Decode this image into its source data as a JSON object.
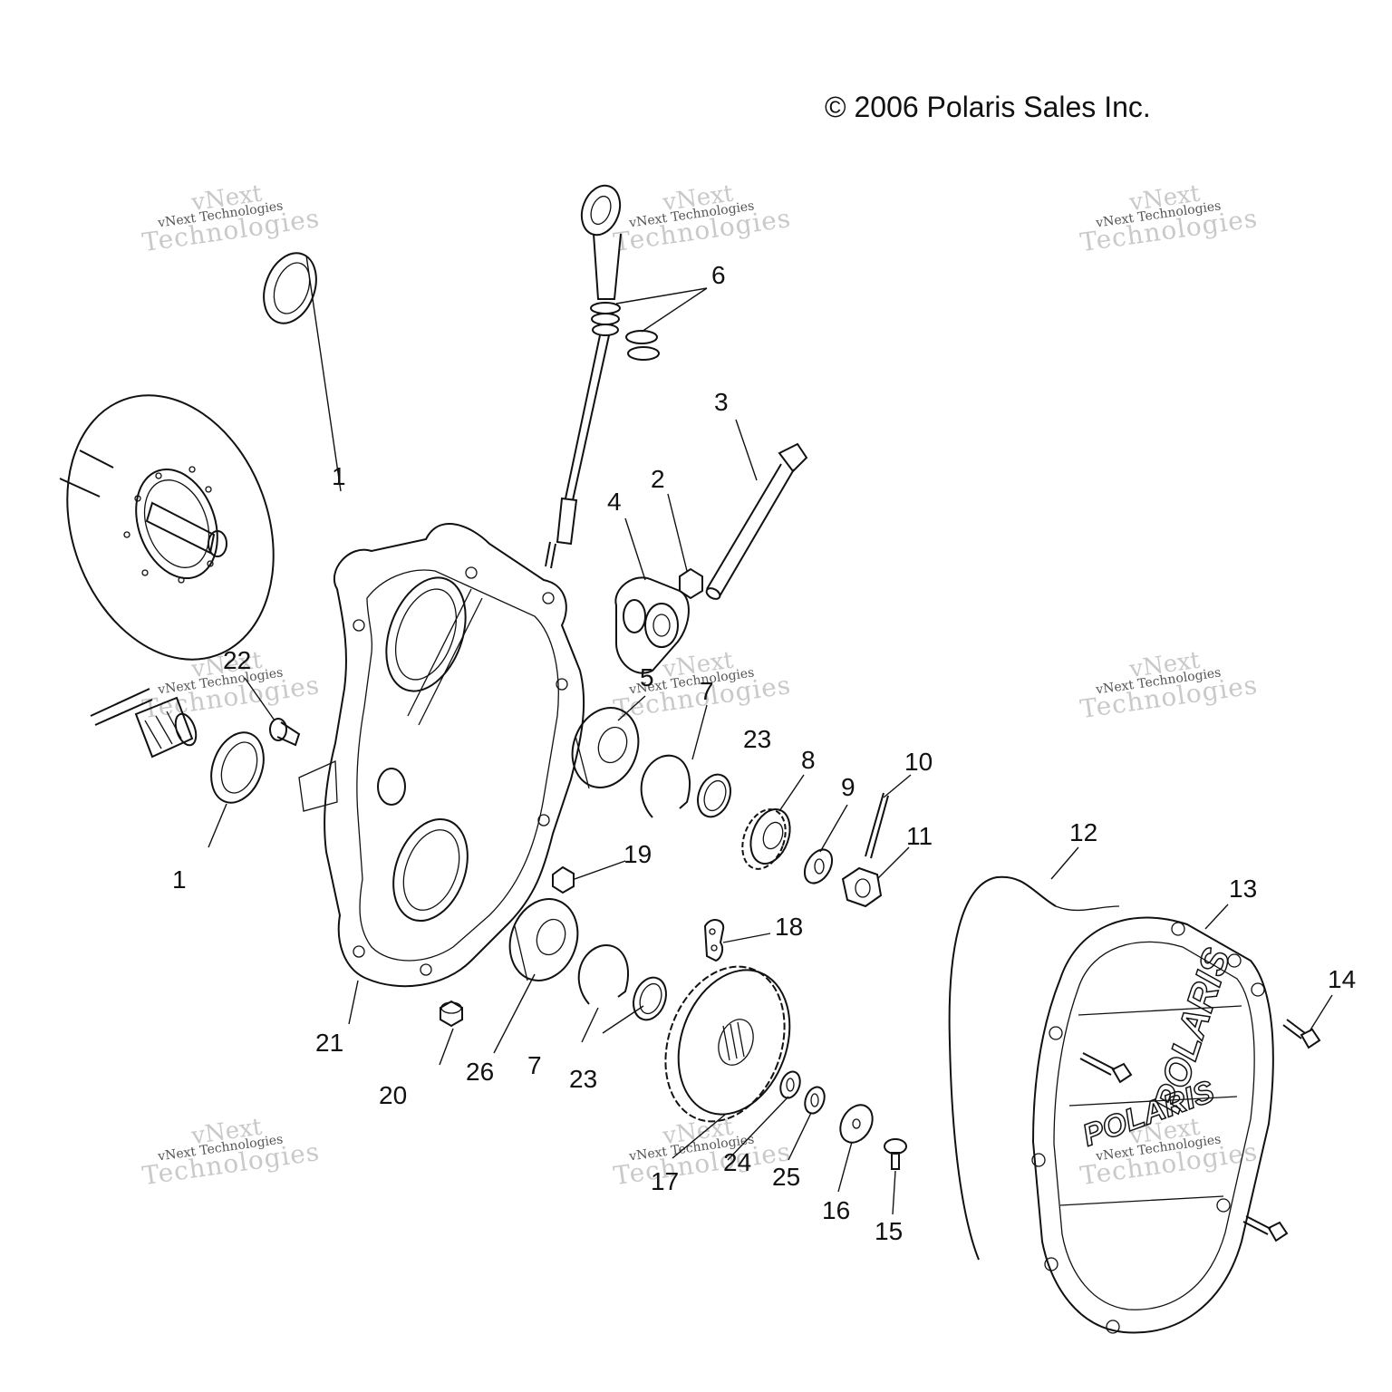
{
  "copyright": "© 2006 Polaris Sales Inc.",
  "watermark": {
    "line1": "vNext",
    "line2": "vNext Technologies",
    "line3": "Technologies"
  },
  "callouts": {
    "c1a": "1",
    "c1b": "1",
    "c2": "2",
    "c3": "3",
    "c4": "4",
    "c5": "5",
    "c6": "6",
    "c7a": "7",
    "c7b": "7",
    "c8": "8",
    "c9": "9",
    "c10": "10",
    "c11": "11",
    "c12": "12",
    "c13": "13",
    "c14": "14",
    "c15": "15",
    "c16": "16",
    "c17": "17",
    "c18": "18",
    "c19": "19",
    "c20": "20",
    "c21": "21",
    "c22": "22",
    "c23a": "23",
    "c23b": "23",
    "c24": "24",
    "c25": "25",
    "c26": "26"
  },
  "logo_text": "POLARIS"
}
